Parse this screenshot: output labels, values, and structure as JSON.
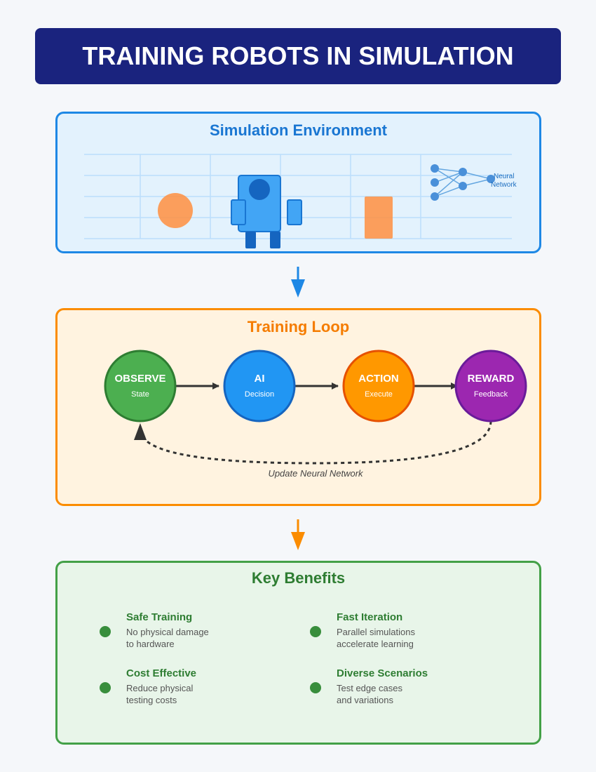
{
  "title": "TRAINING ROBOTS IN SIMULATION",
  "simulation": {
    "title": "Simulation Environment",
    "network_label_line1": "Neural",
    "network_label_line2": "Network"
  },
  "loop": {
    "title": "Training Loop",
    "steps": [
      {
        "title": "OBSERVE",
        "subtitle": "State",
        "color": "#4caf50",
        "border": "#2e7d32"
      },
      {
        "title": "AI",
        "subtitle": "Decision",
        "color": "#2196f3",
        "border": "#1565c0"
      },
      {
        "title": "ACTION",
        "subtitle": "Execute",
        "color": "#ff9800",
        "border": "#e65100"
      },
      {
        "title": "REWARD",
        "subtitle": "Feedback",
        "color": "#9c27b0",
        "border": "#6a1b9a"
      }
    ],
    "feedback_label": "Update Neural Network"
  },
  "benefits": {
    "title": "Key Benefits",
    "items": [
      {
        "title": "Safe Training",
        "line1": "No physical damage",
        "line2": "to hardware"
      },
      {
        "title": "Fast Iteration",
        "line1": "Parallel simulations",
        "line2": "accelerate learning"
      },
      {
        "title": "Cost Effective",
        "line1": "Reduce physical",
        "line2": "testing costs"
      },
      {
        "title": "Diverse Scenarios",
        "line1": "Test edge cases",
        "line2": "and variations"
      }
    ]
  },
  "colors": {
    "header": "#1a237e",
    "sim_accent": "#1e88e5",
    "loop_accent": "#fb8c00",
    "benefit_accent": "#43a047"
  }
}
